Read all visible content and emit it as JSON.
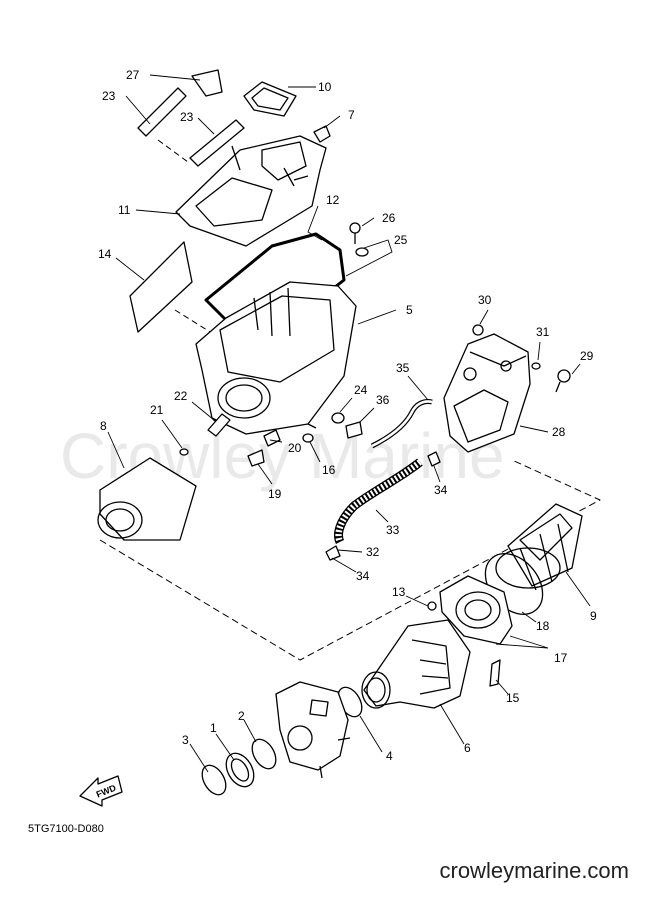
{
  "diagram_code": "5TG7100-D080",
  "watermark": "Crowley Marine",
  "footer_url": "crowleymarine.com",
  "fwd_label": "FWD",
  "callouts": [
    {
      "id": "c27",
      "label": "27"
    },
    {
      "id": "c10",
      "label": "10"
    },
    {
      "id": "c23a",
      "label": "23"
    },
    {
      "id": "c23b",
      "label": "23"
    },
    {
      "id": "c7",
      "label": "7"
    },
    {
      "id": "c11",
      "label": "11"
    },
    {
      "id": "c12",
      "label": "12"
    },
    {
      "id": "c26",
      "label": "26"
    },
    {
      "id": "c25",
      "label": "25"
    },
    {
      "id": "c14",
      "label": "14"
    },
    {
      "id": "c5",
      "label": "5"
    },
    {
      "id": "c30",
      "label": "30"
    },
    {
      "id": "c31",
      "label": "31"
    },
    {
      "id": "c29",
      "label": "29"
    },
    {
      "id": "c35",
      "label": "35"
    },
    {
      "id": "c24",
      "label": "24"
    },
    {
      "id": "c36",
      "label": "36"
    },
    {
      "id": "c22",
      "label": "22"
    },
    {
      "id": "c21",
      "label": "21"
    },
    {
      "id": "c8",
      "label": "8"
    },
    {
      "id": "c28",
      "label": "28"
    },
    {
      "id": "c20",
      "label": "20"
    },
    {
      "id": "c16",
      "label": "16"
    },
    {
      "id": "c19",
      "label": "19"
    },
    {
      "id": "c34a",
      "label": "34"
    },
    {
      "id": "c33",
      "label": "33"
    },
    {
      "id": "c32",
      "label": "32"
    },
    {
      "id": "c34b",
      "label": "34"
    },
    {
      "id": "c9",
      "label": "9"
    },
    {
      "id": "c13",
      "label": "13"
    },
    {
      "id": "c18",
      "label": "18"
    },
    {
      "id": "c17",
      "label": "17"
    },
    {
      "id": "c15",
      "label": "15"
    },
    {
      "id": "c2",
      "label": "2"
    },
    {
      "id": "c1",
      "label": "1"
    },
    {
      "id": "c3",
      "label": "3"
    },
    {
      "id": "c4",
      "label": "4"
    },
    {
      "id": "c6",
      "label": "6"
    }
  ]
}
